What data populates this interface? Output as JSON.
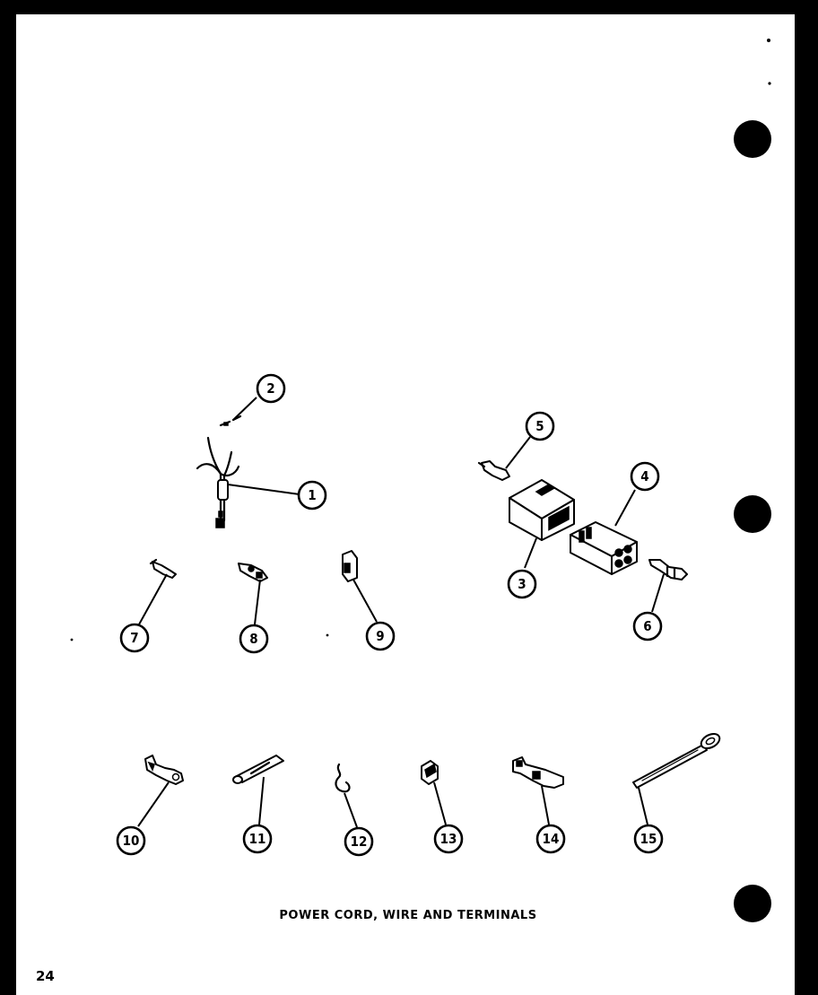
{
  "caption": "POWER CORD, WIRE AND TERMINALS",
  "page_number": "24",
  "callouts": {
    "c1": "1",
    "c2": "2",
    "c3": "3",
    "c4": "4",
    "c5": "5",
    "c6": "6",
    "c7": "7",
    "c8": "8",
    "c9": "9",
    "c10": "10",
    "c11": "11",
    "c12": "12",
    "c13": "13",
    "c14": "14",
    "c15": "15"
  }
}
